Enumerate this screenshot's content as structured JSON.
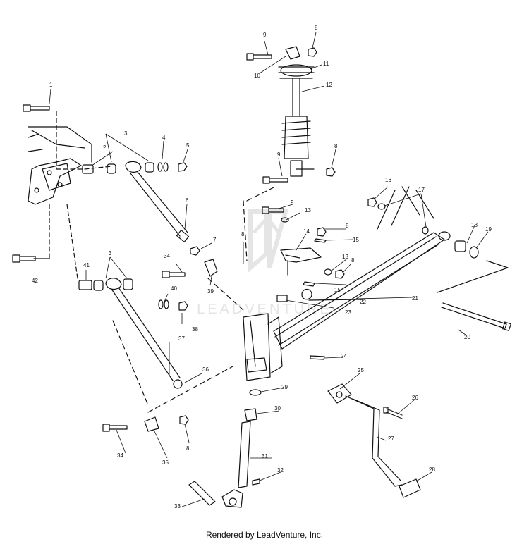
{
  "diagram": {
    "part_numbers": [
      "1",
      "2",
      "3",
      "4",
      "5",
      "6",
      "7",
      "8",
      "9",
      "10",
      "11",
      "12",
      "13",
      "14",
      "15",
      "16",
      "17",
      "18",
      "19",
      "20",
      "21",
      "22",
      "23",
      "24",
      "25",
      "26",
      "27",
      "28",
      "29",
      "30",
      "31",
      "32",
      "33",
      "34",
      "35",
      "36",
      "37",
      "38",
      "39",
      "40",
      "41",
      "42"
    ],
    "watermark_text": "LEADVENTURE",
    "line_color": "#111111",
    "watermark_color": "#d9d9d9"
  },
  "footer": {
    "credit": "Rendered by LeadVenture, Inc."
  }
}
